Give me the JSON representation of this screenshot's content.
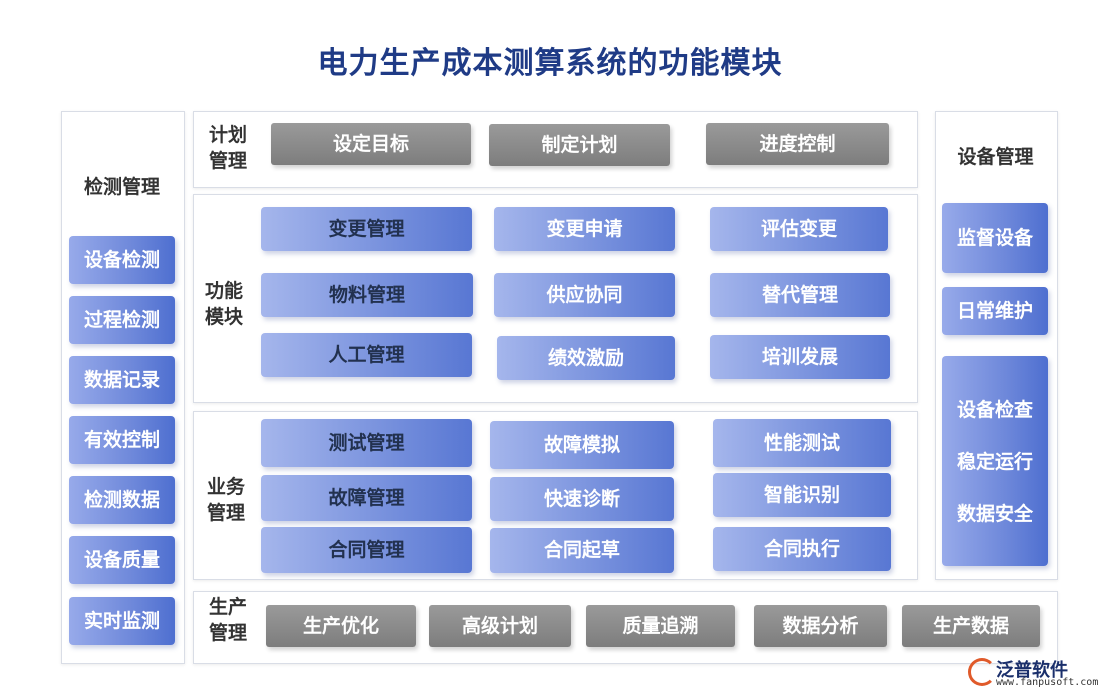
{
  "title": "电力生产成本测算系统的功能模块",
  "left": {
    "title": "检测管理",
    "items": [
      "设备检测",
      "过程检测",
      "数据记录",
      "有效控制",
      "检测数据",
      "设备质量",
      "实时监测"
    ]
  },
  "plan": {
    "label_line1": "计划",
    "label_line2": "管理",
    "items": [
      "设定目标",
      "制定计划",
      "进度控制"
    ]
  },
  "function": {
    "label_line1": "功能",
    "label_line2": "模块",
    "rows": [
      [
        "变更管理",
        "变更申请",
        "评估变更"
      ],
      [
        "物料管理",
        "供应协同",
        "替代管理"
      ],
      [
        "人工管理",
        "绩效激励",
        "培训发展"
      ]
    ]
  },
  "business": {
    "label_line1": "业务",
    "label_line2": "管理",
    "rows": [
      [
        "测试管理",
        "故障模拟",
        "性能测试"
      ],
      [
        "故障管理",
        "快速诊断",
        "智能识别"
      ],
      [
        "合同管理",
        "合同起草",
        "合同执行"
      ]
    ]
  },
  "production": {
    "label_line1": "生产",
    "label_line2": "管理",
    "items": [
      "生产优化",
      "高级计划",
      "质量追溯",
      "数据分析",
      "生产数据"
    ]
  },
  "right": {
    "title": "设备管理",
    "items": [
      "监督设备",
      "日常维护"
    ],
    "group": [
      "设备检查",
      "稳定运行",
      "数据安全"
    ]
  },
  "logo": {
    "brand": "泛普软件",
    "url": "www.fanpusoft.com"
  },
  "colors": {
    "title": "#1f3b86",
    "blue_button": "#5877d3",
    "gray_button": "#8a8a8a",
    "logo_accent": "#e05a2a"
  }
}
